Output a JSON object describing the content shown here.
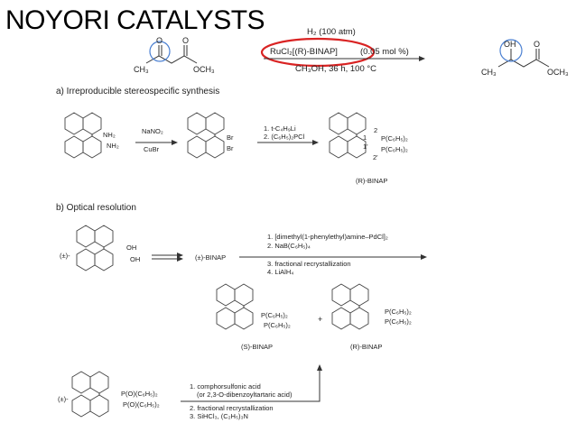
{
  "title": "NOYORI CATALYSTS",
  "top_reaction": {
    "substrate_left": "CH₃",
    "substrate_right": "OCH₃",
    "substrate_o1": "O",
    "substrate_o2": "O",
    "cond_above": "H₂ (100 atm)",
    "catalyst": "RuCl₂[(R)-BINAP]",
    "loading": "(0.05 mol %)",
    "cond_below": "CH₃OH, 36 h, 100 °C",
    "product_left": "CH₃",
    "product_right": "OCH₃",
    "product_oh": "OH",
    "product_o": "O",
    "highlight_color": "#d92323"
  },
  "section_a": {
    "heading": "a) Irreproducible stereospecific synthesis",
    "nh2_top": "NH₂",
    "nh2_bottom": "NH₂",
    "step1_reagent1": "NaNO₂",
    "step1_reagent2": "CuBr",
    "br_top": "Br",
    "br_bottom": "Br",
    "step2_line1": "1. t-C₄H₉Li",
    "step2_line2": "2. (C₆H₅)₂PCl",
    "p_top": "P(C₆H₅)₂",
    "p_bottom": "P(C₆H₅)₂",
    "pos_2": "2",
    "pos_1": "1",
    "pos_1p": "1'",
    "pos_2p": "2'",
    "product_label": "(R)-BINAP"
  },
  "section_b": {
    "heading": "b) Optical resolution",
    "racemic": "(±)-",
    "oh_top": "OH",
    "oh_bottom": "OH",
    "intermediate": "(±)-BINAP",
    "step_line1": "1. [dimethyl(1-phenylethyl)amine–PdCl]₂",
    "step_line2": "2. NaB(C₆H₅)₄",
    "step_line3": "3. fractional recrystallization",
    "step_line4": "4. LiAlH₄",
    "s_p_top": "P(C₆H₅)₂",
    "s_p_bottom": "P(C₆H₅)₂",
    "plus": "+",
    "r_p_top": "P(C₆H₅)₂",
    "r_p_bottom": "P(C₆H₅)₂",
    "s_label": "(S)-BINAP",
    "r_label": "(R)-BINAP",
    "racemic2": "(±)-",
    "po_top": "P(O)(C₆H₅)₂",
    "po_bottom": "P(O)(C₆H₅)₂",
    "res_line1": "1. comphorsulfonic acid",
    "res_line1b": "(or 2,3-O-dibenzoyltartaric acid)",
    "res_line2": "2. fractional recrystallization",
    "res_line3": "3. SiHCl₃, (C₂H₅)₃N"
  }
}
